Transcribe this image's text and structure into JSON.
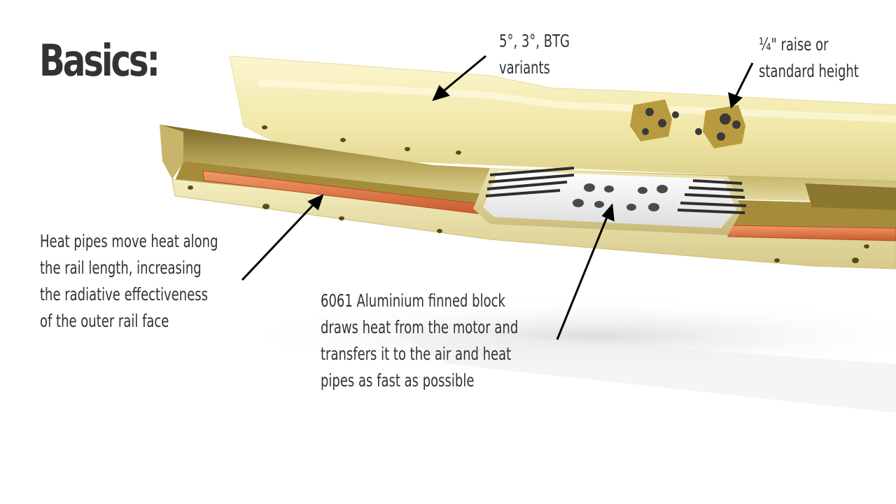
{
  "title": "Basics:",
  "callouts": {
    "variants": [
      "5°, 3°, BTG",
      "variants"
    ],
    "raise": [
      "¼\" raise or",
      "standard height"
    ],
    "heat_pipes": [
      "Heat pipes move heat along",
      "the rail length, increasing",
      "the radiative effectiveness",
      "of the outer rail face"
    ],
    "finned_block": [
      "6061 Aluminium finned block",
      "draws heat from the motor and",
      "transfers it to the air and heat",
      "pipes as fast as possible"
    ]
  },
  "colors": {
    "rail": "#e8dfa0",
    "heat_pipe": "#e07a4a",
    "aluminium": "#d8d8d8",
    "text": "#333333",
    "arrow": "#000000"
  }
}
